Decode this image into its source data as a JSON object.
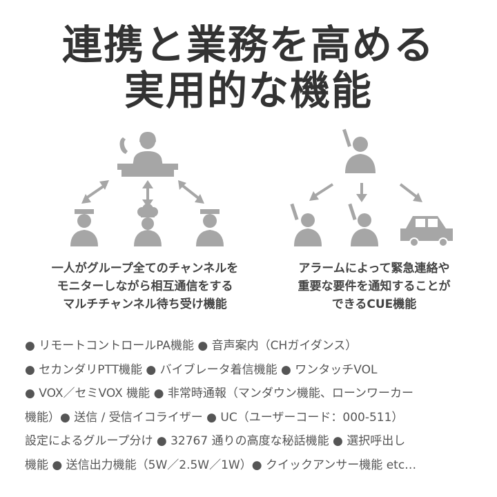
{
  "title": {
    "line1": "連携と業務を高める",
    "line2": "実用的な機能"
  },
  "left_panel": {
    "caption_lines": [
      "一人がグループ全てのチャンネルを",
      "モニターしながら相互通信をする",
      "マルチチャンネル待ち受け機能"
    ],
    "icons": [
      "operator-icon",
      "arrow-icon",
      "bellhop-icon",
      "chef-icon",
      "bellhop-icon"
    ]
  },
  "right_panel": {
    "caption_lines": [
      "アラームによって緊急連絡や",
      "重要な要件を通知することが",
      "できるCUE機能"
    ],
    "icons": [
      "radio-user-icon",
      "arrow-icon",
      "radio-user-icon",
      "car-icon"
    ]
  },
  "features": {
    "lines": [
      "● リモートコントロールPA機能 ● 音声案内（CHガイダンス）",
      "● セカンダリPTT機能 ● バイブレータ着信機能 ● ワンタッチVOL",
      "● VOX／セミVOX 機能 ● 非常時通報（マンダウン機能、ローンワーカー",
      "機能）● 送信 / 受信イコライザー ● UC（ユーザーコード：000-511）",
      "設定によるグループ分け ● 32767 通りの高度な秘話機能 ● 選択呼出し",
      "機能 ● 送信出力機能（5W／2.5W／1W）● クイックアンサー機能 etc…"
    ]
  },
  "colors": {
    "icon_gray": "#a6a6a6",
    "text_dark": "#333333",
    "text_gray": "#555555"
  }
}
